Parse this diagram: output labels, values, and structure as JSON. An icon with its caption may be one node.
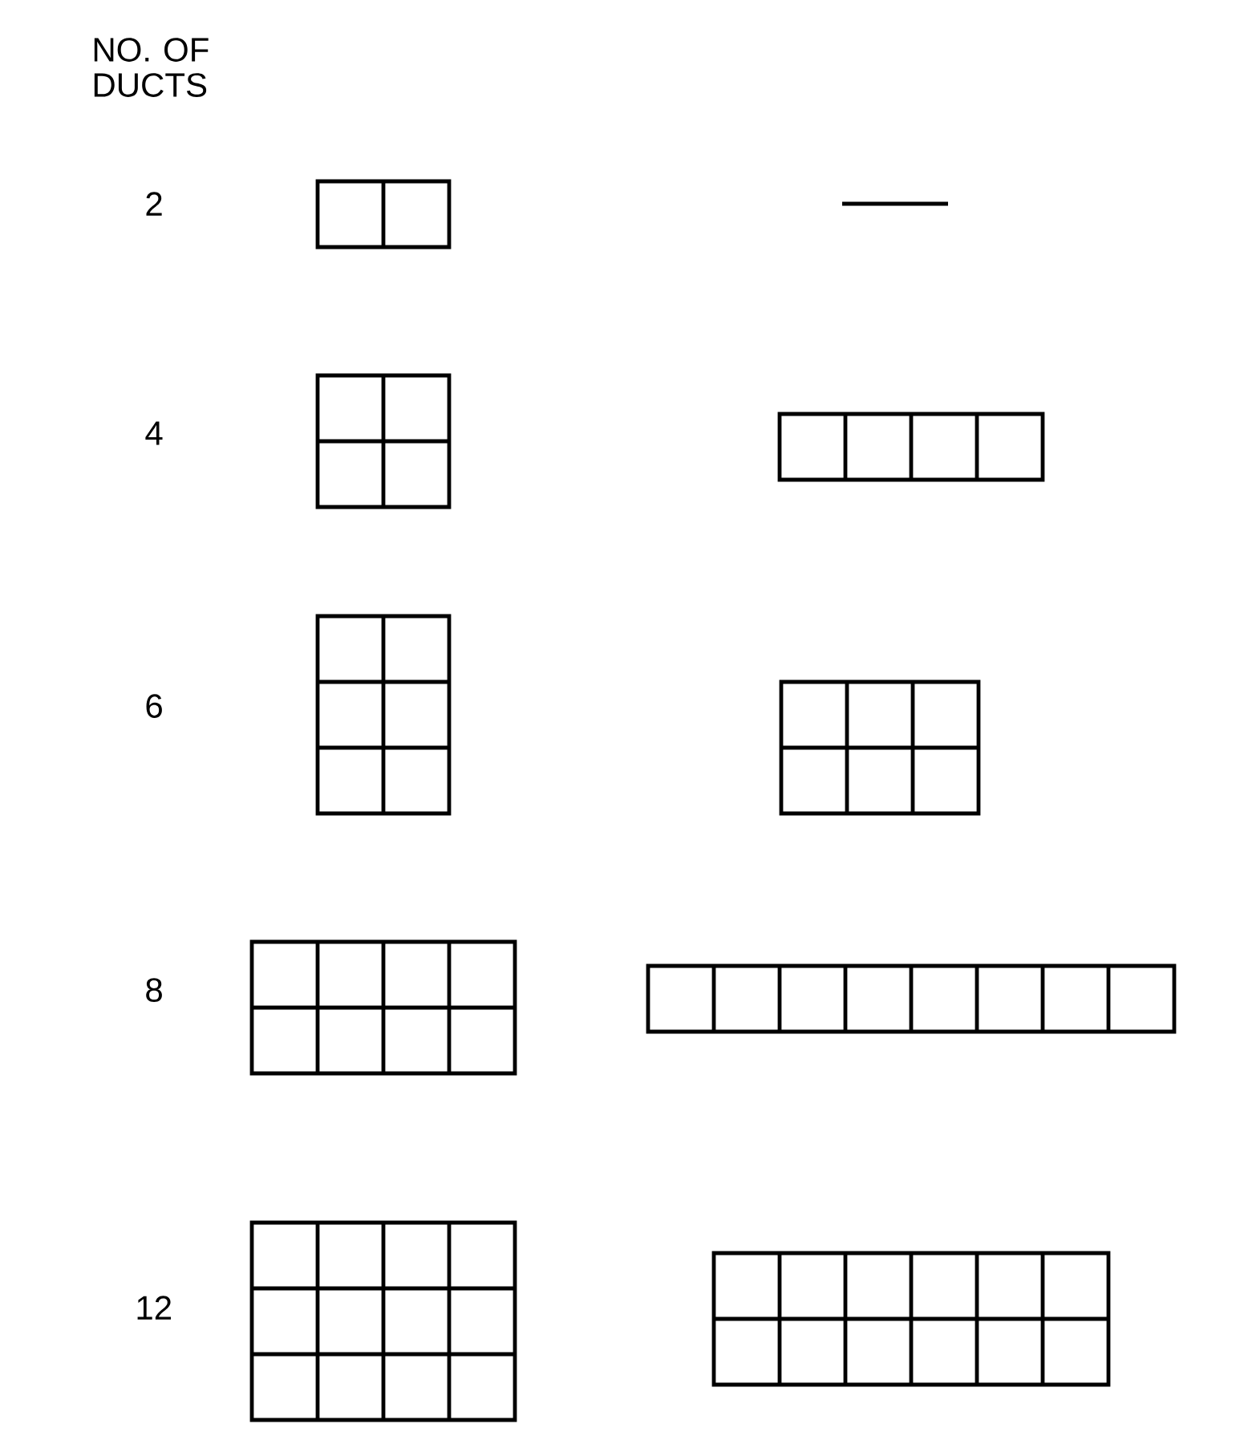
{
  "diagram": {
    "labels": [
      "NO. OF DUCTS",
      "2",
      "4",
      "6",
      "8",
      "12"
    ]
  }
}
